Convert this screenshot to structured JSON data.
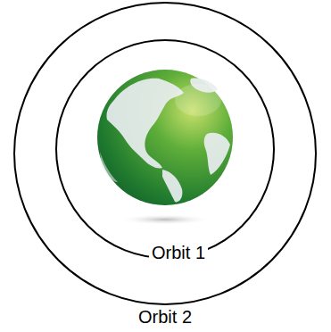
{
  "diagram": {
    "nodes": [
      {
        "text": [
          "Orbit 2"
        ]
      },
      {
        "text": [
          "Orbit 1"
        ],
        "in": 0
      }
    ]
  }
}
